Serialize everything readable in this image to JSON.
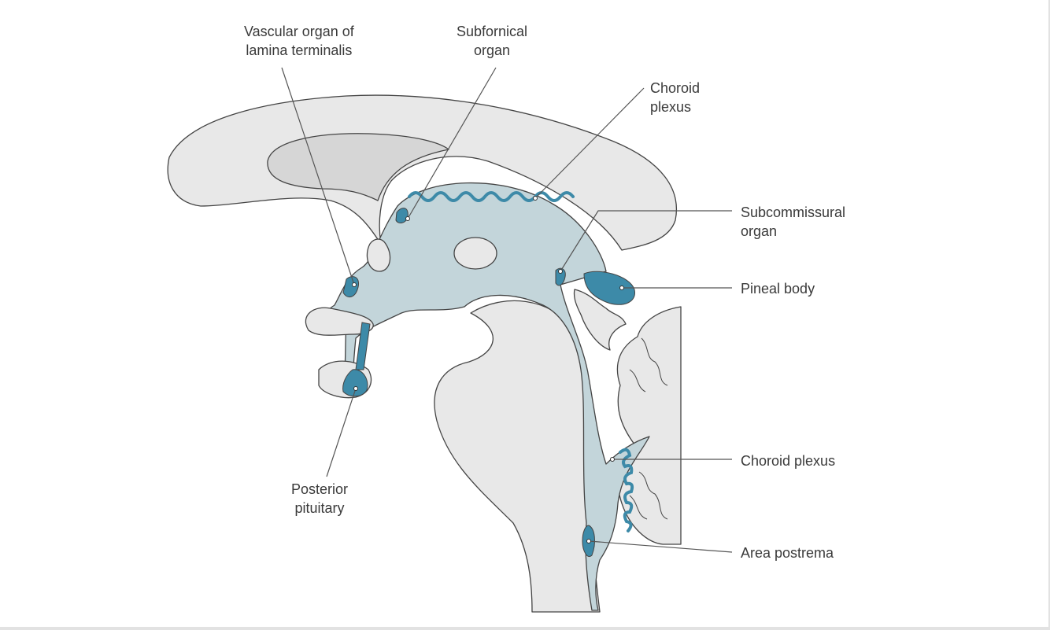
{
  "colors": {
    "background": "#ffffff",
    "tissue": "#e8e8e8",
    "ventricle": "#c3d5da",
    "organ": "#3d8aa8",
    "outline": "#444444",
    "leader": "#555555"
  },
  "labels": {
    "vascular_organ": {
      "line1": "Vascular organ of",
      "line2": "lamina terminalis"
    },
    "subfornical_organ": {
      "line1": "Subfornical",
      "line2": "organ"
    },
    "choroid_plexus_upper": {
      "line1": "Choroid",
      "line2": "plexus"
    },
    "subcommissural_organ": {
      "line1": "Subcommissural",
      "line2": "organ"
    },
    "pineal_body": {
      "line1": "Pineal body"
    },
    "choroid_plexus_lower": {
      "line1": "Choroid plexus"
    },
    "area_postrema": {
      "line1": "Area postrema"
    },
    "posterior_pituitary": {
      "line1": "Posterior",
      "line2": "pituitary"
    }
  }
}
